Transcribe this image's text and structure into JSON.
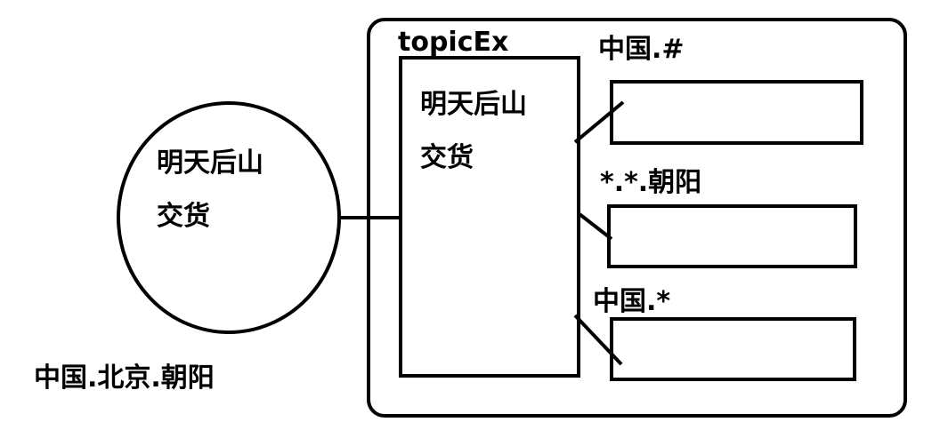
{
  "producer": {
    "message_line1": "明天后山",
    "message_line2": "交货",
    "routing_key": "中国.北京.朝阳"
  },
  "exchange": {
    "name": "topicEx",
    "message_line1": "明天后山",
    "message_line2": "交货"
  },
  "queues": [
    {
      "binding_key": "中国.#"
    },
    {
      "binding_key": "*.*.朝阳"
    },
    {
      "binding_key": "中国.*"
    }
  ],
  "colors": {
    "stroke": "#000000",
    "background": "#ffffff"
  }
}
